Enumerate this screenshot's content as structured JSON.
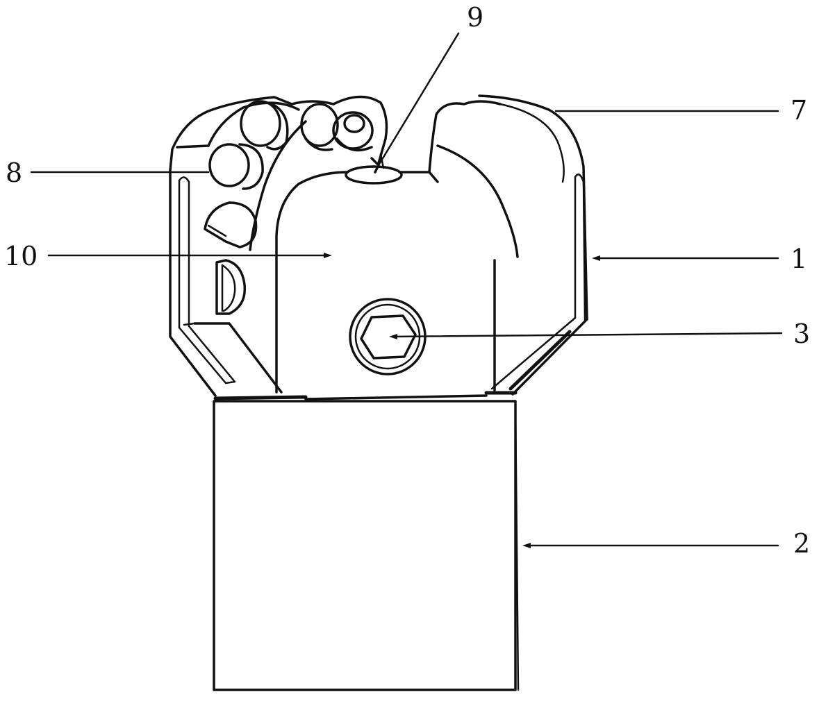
{
  "callouts": [
    {
      "id": "label-1",
      "text": "1"
    },
    {
      "id": "label-2",
      "text": "2"
    },
    {
      "id": "label-3",
      "text": "3"
    },
    {
      "id": "label-7",
      "text": "7"
    },
    {
      "id": "label-8",
      "text": "8"
    },
    {
      "id": "label-9",
      "text": "9"
    },
    {
      "id": "label-10",
      "text": "10"
    }
  ],
  "colors": {
    "ink": "#111111",
    "paper": "#ffffff"
  }
}
